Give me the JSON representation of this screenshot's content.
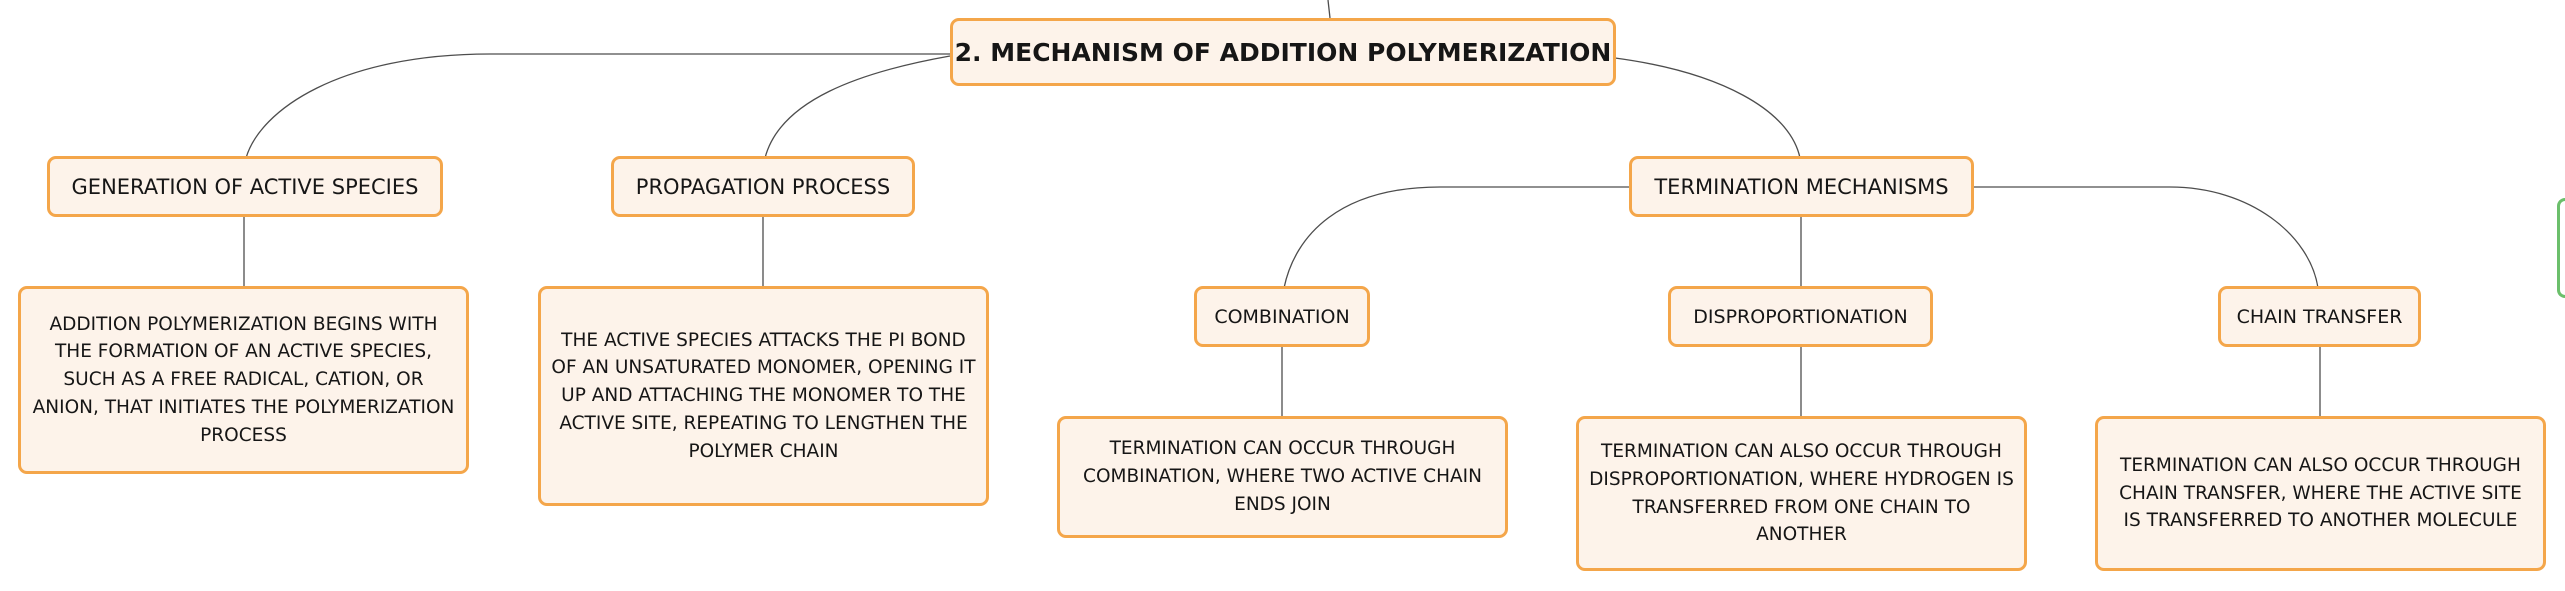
{
  "diagram": {
    "root": {
      "label": "2. MECHANISM OF ADDITION POLYMERIZATION"
    },
    "branches": [
      {
        "label": "GENERATION OF ACTIVE SPECIES",
        "description": "ADDITION POLYMERIZATION BEGINS WITH THE FORMATION OF AN ACTIVE SPECIES, SUCH AS A FREE RADICAL, CATION, OR ANION, THAT INITIATES THE POLYMERIZATION PROCESS"
      },
      {
        "label": "PROPAGATION PROCESS",
        "description": "THE ACTIVE SPECIES ATTACKS THE PI BOND OF AN UNSATURATED MONOMER, OPENING IT UP AND ATTACHING THE MONOMER TO THE ACTIVE SITE, REPEATING TO LENGTHEN THE POLYMER CHAIN"
      },
      {
        "label": "TERMINATION MECHANISMS",
        "children": [
          {
            "label": "COMBINATION",
            "description": "TERMINATION CAN OCCUR THROUGH COMBINATION, WHERE TWO ACTIVE CHAIN ENDS JOIN"
          },
          {
            "label": "DISPROPORTIONATION",
            "description": "TERMINATION CAN ALSO OCCUR THROUGH DISPROPORTIONATION, WHERE HYDROGEN IS TRANSFERRED FROM ONE CHAIN TO ANOTHER"
          },
          {
            "label": "CHAIN TRANSFER",
            "description": "TERMINATION CAN ALSO OCCUR THROUGH CHAIN TRANSFER, WHERE THE ACTIVE SITE IS TRANSFERRED TO ANOTHER MOLECULE"
          }
        ]
      }
    ]
  }
}
